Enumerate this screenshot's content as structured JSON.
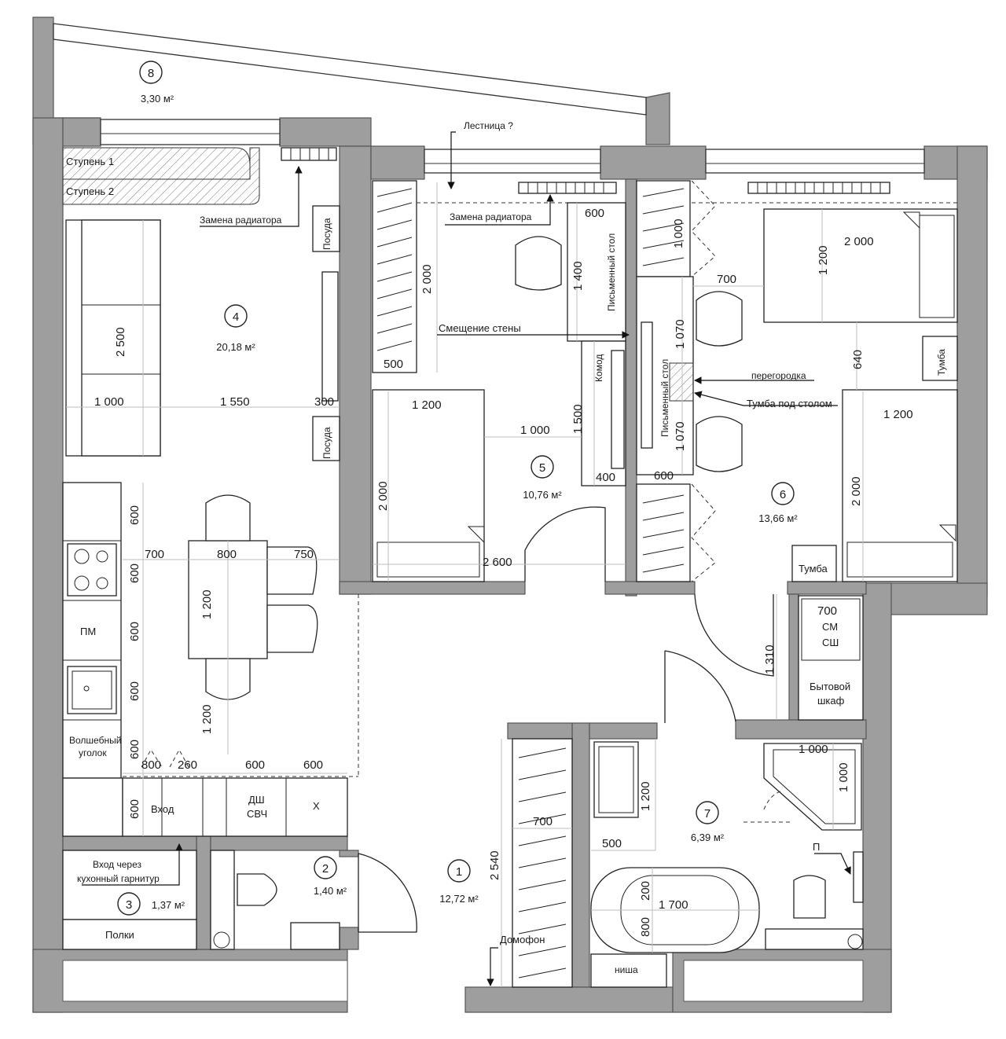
{
  "rooms": [
    {
      "num": "1",
      "area": "12,72 м²"
    },
    {
      "num": "2",
      "area": "1,40 м²"
    },
    {
      "num": "3",
      "area": "1,37 м²"
    },
    {
      "num": "4",
      "area": "20,18 м²"
    },
    {
      "num": "5",
      "area": "10,76 м²"
    },
    {
      "num": "6",
      "area": "13,66 м²"
    },
    {
      "num": "7",
      "area": "6,39 м²"
    },
    {
      "num": "8",
      "area": "3,30 м²"
    }
  ],
  "notes": {
    "step1": "Ступень 1",
    "step2": "Ступень 2",
    "radiator_a": "Замена радиатора",
    "radiator_b": "Замена радиатора",
    "stairs": "Лестница ?",
    "wall_shift": "Смещение стены",
    "partition": "перегородка",
    "desk_cabinet": "Тумба под столом",
    "entry_through": "Вход через",
    "kitchen_set": "кухонный гарнитур",
    "intercom": "Домофон",
    "p_mark": "П"
  },
  "labels": {
    "dishes_1": "Посуда",
    "dishes_2": "Посуда",
    "desk_1": "Письменный стол",
    "desk_2": "Письменный стол",
    "dresser": "Комод",
    "nightstand_1": "Тумба",
    "nightstand_2": "Тумба",
    "pm": "ПМ",
    "magic_corner_1": "Волшебный",
    "magic_corner_2": "уголок",
    "entry": "Вход",
    "dw": "ДШ",
    "mw": "СВЧ",
    "fridge": "Х",
    "shelves": "Полки",
    "sm": "СМ",
    "sh": "СШ",
    "household_1": "Бытовой",
    "household_2": "шкаф",
    "niche": "ниша"
  },
  "dims": {
    "d2500": "2 500",
    "d1000a": "1 000",
    "d1550": "1 550",
    "d300": "300",
    "k600a": "600",
    "k600b": "600",
    "k600c": "600",
    "k600d": "600",
    "k600e": "600",
    "k600f": "600",
    "d700a": "700",
    "d800a": "800",
    "d750": "750",
    "d1200a": "1 200",
    "d1200b": "1 200",
    "d800b": "800",
    "d260": "260",
    "d600g": "600",
    "d600h": "600",
    "d2000a": "2 000",
    "d600i": "600",
    "d1400": "1 400",
    "d1200c": "1 200",
    "d2000b": "2 000",
    "d1000b": "1 000",
    "d1500": "1 500",
    "d400": "400",
    "d2600": "2 600",
    "d1000c": "1 000",
    "d700b": "700",
    "d1070a": "1 070",
    "d1070b": "1 070",
    "d600j": "600",
    "d2000c": "2 000",
    "d1200d": "1 200",
    "d640": "640",
    "d1200e": "1 200",
    "d2000d": "2 000",
    "d700c": "700",
    "d310": "1 310",
    "d2540": "2 540",
    "d700d": "700",
    "d1200f": "1 200",
    "d500": "500",
    "d1000d": "1 000",
    "d1000e": "1 000",
    "d200": "200",
    "d1700": "1 700",
    "d800c": "800",
    "d500b": "500"
  }
}
